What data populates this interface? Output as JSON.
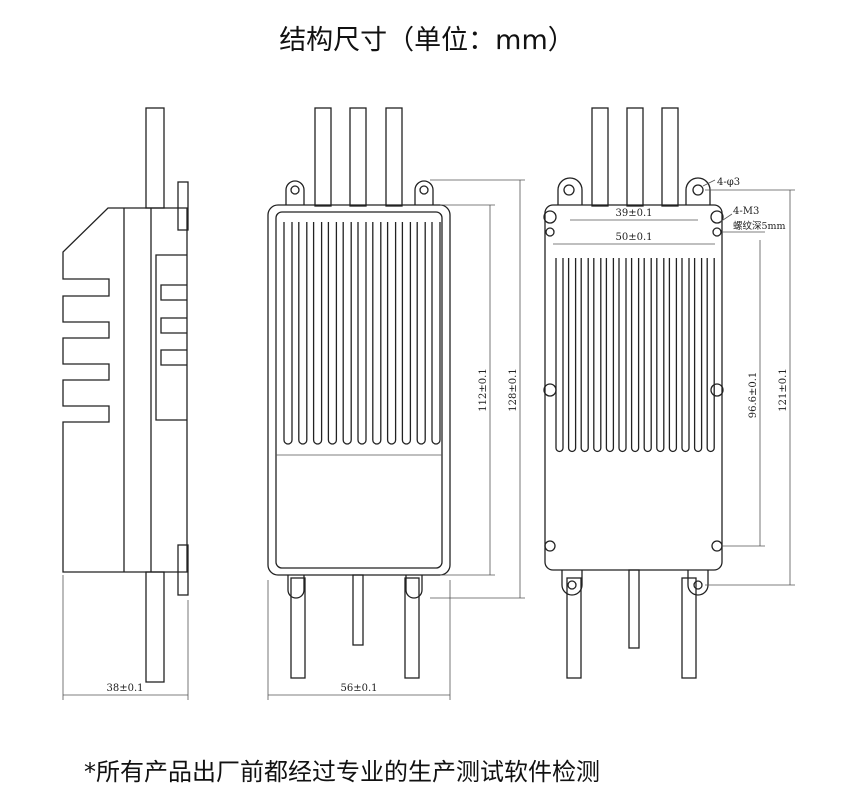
{
  "title": "结构尺寸（单位：mm）",
  "footer": "*所有产品出厂前都经过专业的生产测试软件检测",
  "dimensions": {
    "side_width": "38±0.1",
    "front_width": "56±0.1",
    "front_inner_height": "112±0.1",
    "front_total_height": "128±0.1",
    "back_hole_spacing_top": "39±0.1",
    "back_hole_spacing_mid": "50±0.1",
    "back_inner_height": "96.6±0.1",
    "back_total_height": "121±0.1",
    "hole_callout": "4-φ3",
    "thread_callout": "4-M3",
    "thread_depth": "螺纹深5mm"
  }
}
